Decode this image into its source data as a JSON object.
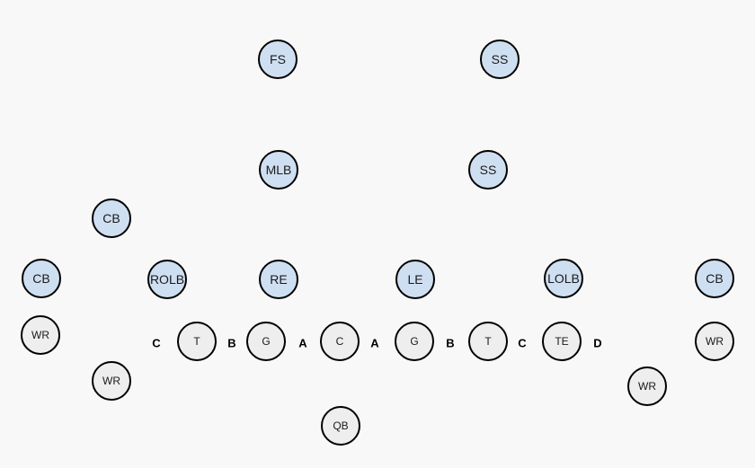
{
  "defense": {
    "fs": "FS",
    "ss_deep": "SS",
    "mlb": "MLB",
    "ss": "SS",
    "cb_left_deep": "CB",
    "cb_left": "CB",
    "rolb": "ROLB",
    "re": "RE",
    "le": "LE",
    "lolb": "LOLB",
    "cb_right": "CB"
  },
  "offense": {
    "wr_left": "WR",
    "tackle_left": "T",
    "guard_left": "G",
    "center": "C",
    "guard_right": "G",
    "tackle_right": "T",
    "te": "TE",
    "wr_right": "WR",
    "wr_left_slot": "WR",
    "wr_right_slot": "WR",
    "qb": "QB"
  },
  "gaps": {
    "c_left": "C",
    "b_left": "B",
    "a_left": "A",
    "a_right": "A",
    "b_right": "B",
    "c_right": "C",
    "d_right": "D"
  },
  "colors": {
    "defense_fill": "#cfdff2",
    "offense_fill": "#eeeeee",
    "outline": "#000000"
  }
}
